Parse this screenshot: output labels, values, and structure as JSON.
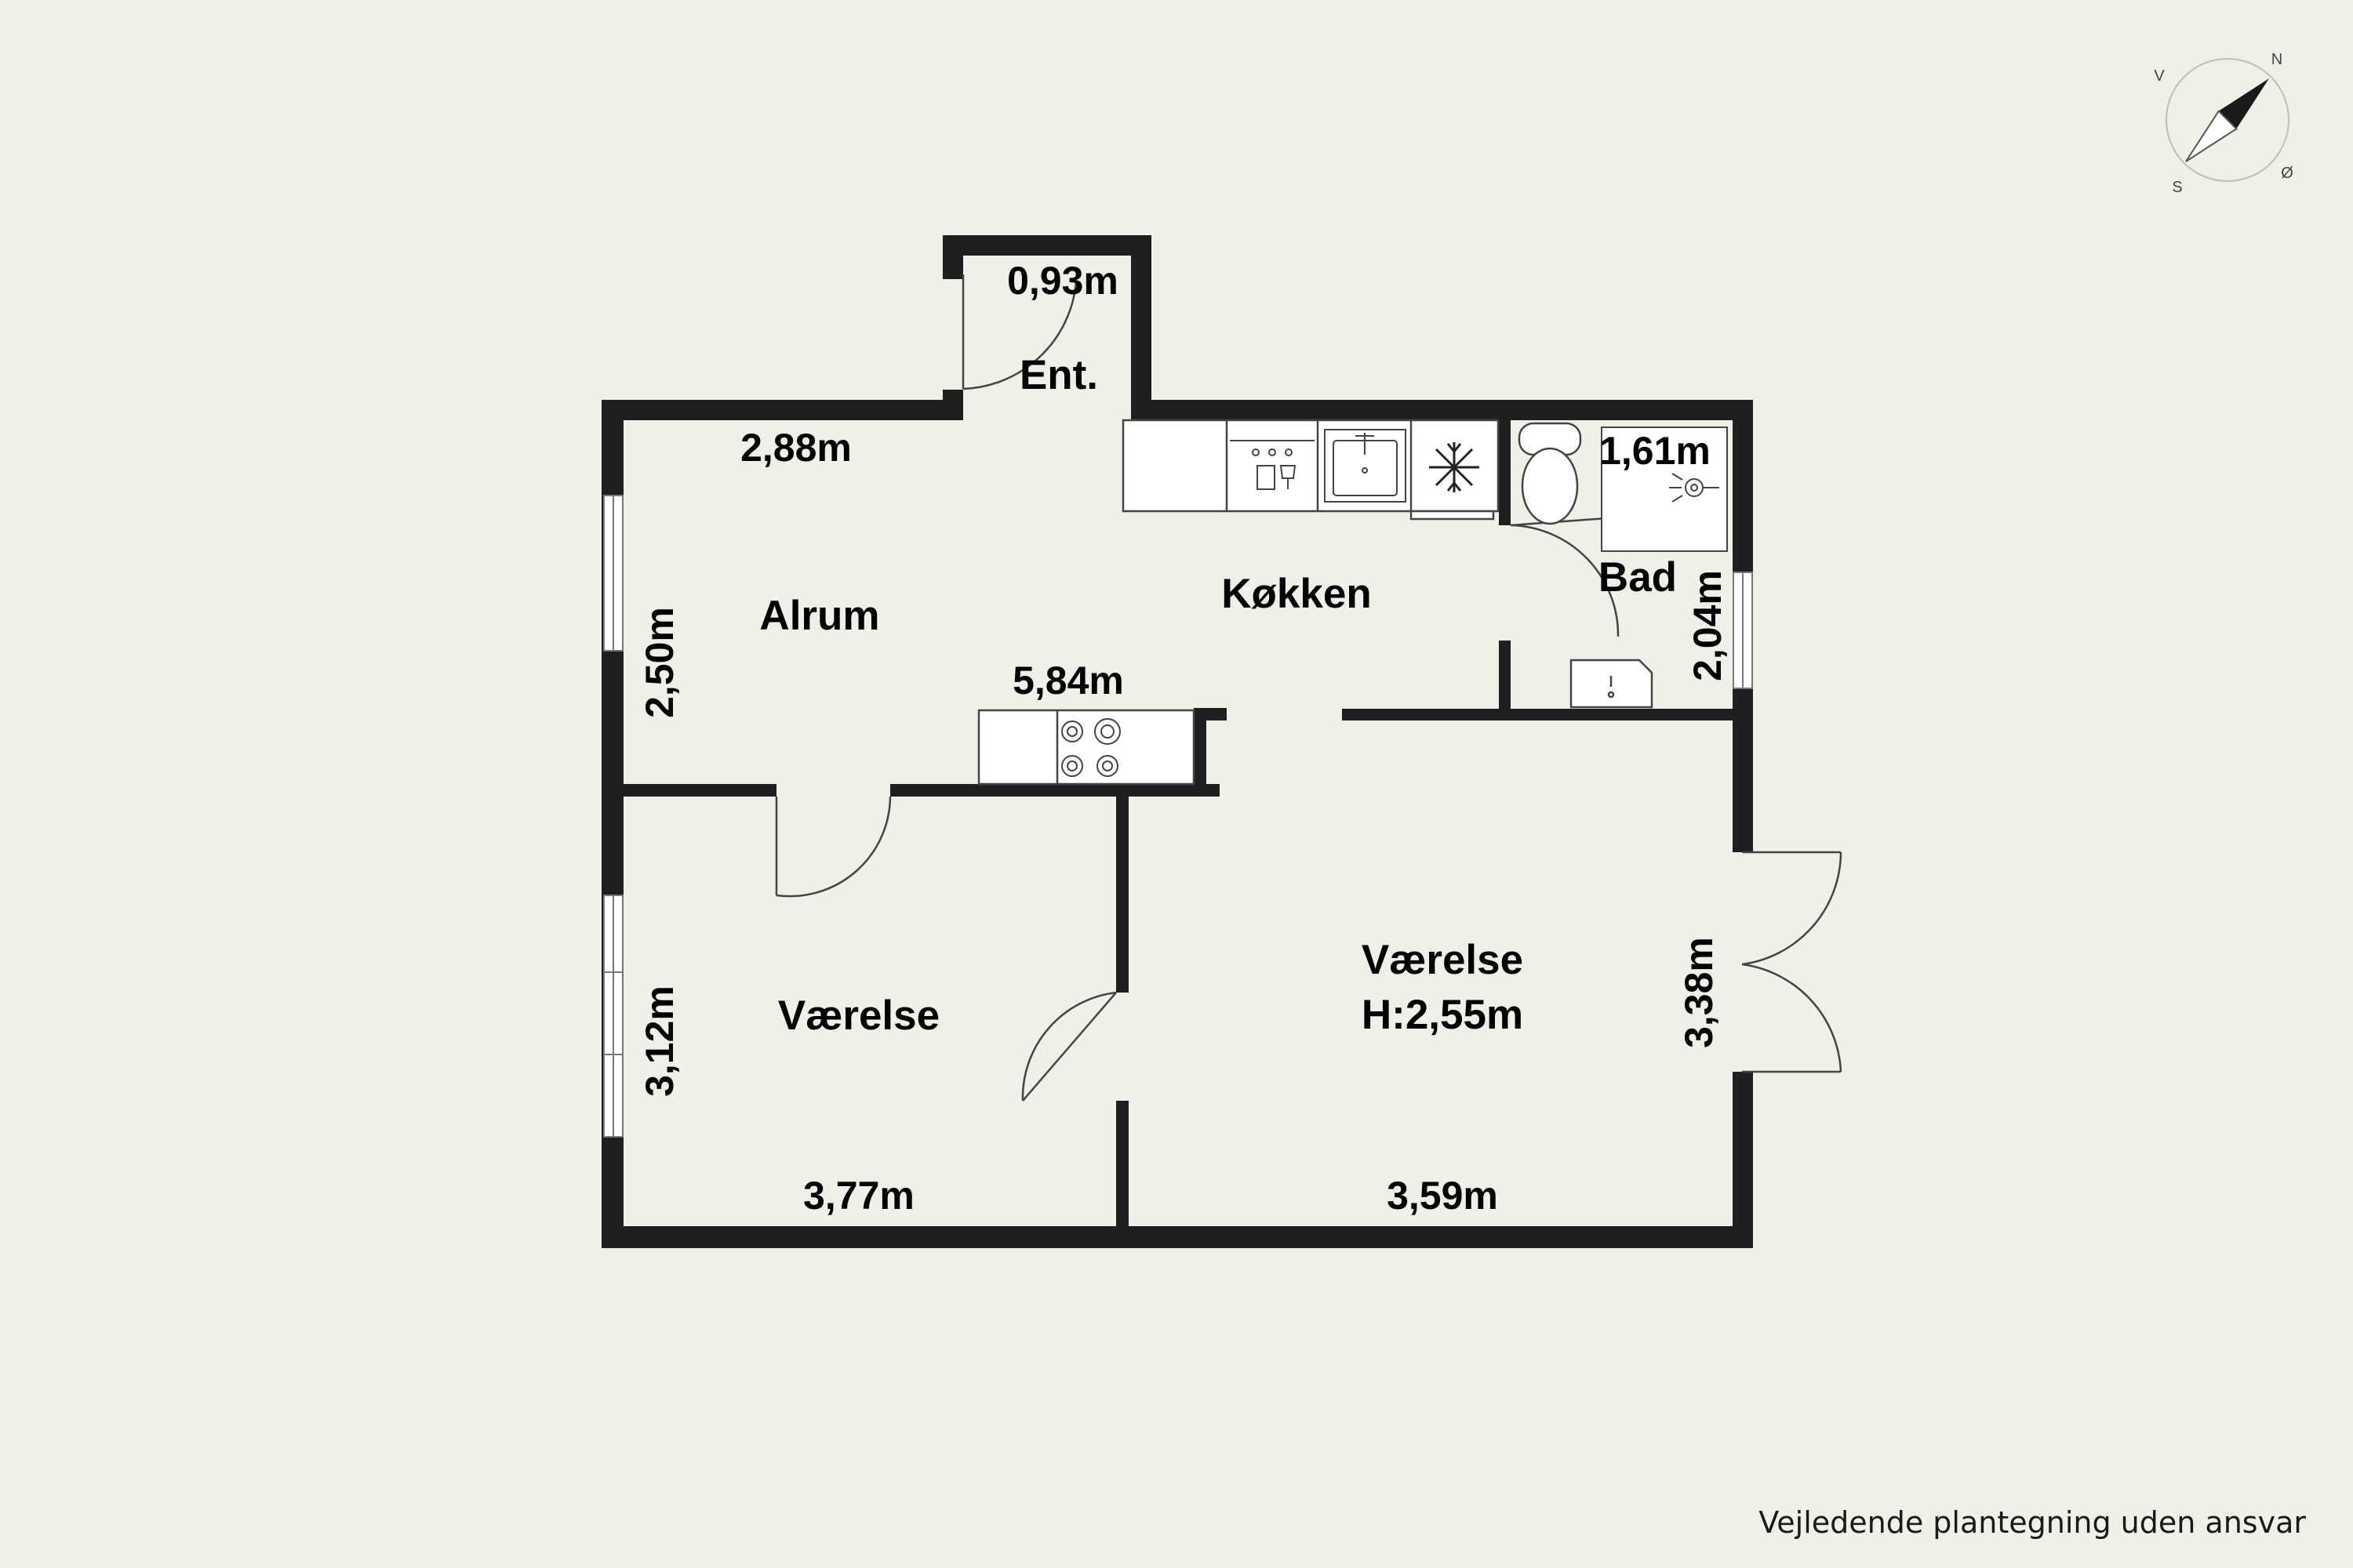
{
  "rooms": {
    "entrance": "Ent.",
    "living_room": "Alrum",
    "kitchen": "Køkken",
    "bathroom": "Bad",
    "bedroom_left": "Værelse",
    "bedroom_right": "Værelse",
    "ceiling_height": "H:2,55m"
  },
  "dimensions": {
    "entrance_width": "0,93m",
    "living_width": "2,88m",
    "living_depth": "2,50m",
    "kitchen_counter": "5,84m",
    "bath_width": "1,61m",
    "bath_depth": "2,04m",
    "bedroom_left_depth": "3,12m",
    "bedroom_left_width": "3,77m",
    "bedroom_right_depth": "3,38m",
    "bedroom_right_width": "3,59m"
  },
  "compass": {
    "north": "N",
    "south": "S",
    "east": "Ø",
    "west": "V"
  },
  "footer": {
    "disclaimer": "Vejledende plantegning uden ansvar"
  }
}
